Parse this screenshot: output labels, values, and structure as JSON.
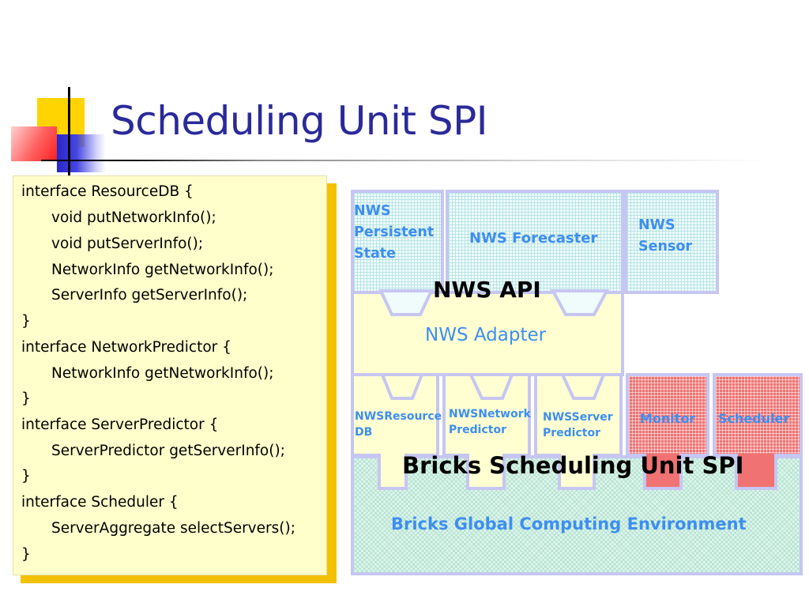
{
  "title": "Scheduling Unit SPI",
  "code_lines": [
    {
      "text": "interface ResourceDB {",
      "indent": false
    },
    {
      "text": "void putNetworkInfo();",
      "indent": true
    },
    {
      "text": "void putServerInfo();",
      "indent": true
    },
    {
      "text": "NetworkInfo getNetworkInfo();",
      "indent": true
    },
    {
      "text": "ServerInfo getServerInfo();",
      "indent": true
    },
    {
      "text": "}",
      "indent": false
    },
    {
      "text": "interface NetworkPredictor {",
      "indent": false
    },
    {
      "text": "NetworkInfo getNetworkInfo();",
      "indent": true
    },
    {
      "text": "}",
      "indent": false
    },
    {
      "text": "interface ServerPredictor {",
      "indent": false
    },
    {
      "text": "ServerPredictor getServerInfo();",
      "indent": true
    },
    {
      "text": "}",
      "indent": false
    },
    {
      "text": "interface Scheduler {",
      "indent": false
    },
    {
      "text": "ServerAggregate selectServers();",
      "indent": true
    },
    {
      "text": "}",
      "indent": false
    }
  ],
  "diagram": {
    "nws_persistent_state": [
      "NWS",
      "Persistent",
      "State"
    ],
    "nws_forecaster": "NWS Forecaster",
    "nws_sensor": [
      "NWS",
      "Sensor"
    ],
    "nws_api": "NWS API",
    "nws_adapter": "NWS Adapter",
    "nws_resource_db": [
      "NWSResource",
      "DB"
    ],
    "nws_network_predictor": [
      "NWSNetwork",
      "Predictor"
    ],
    "nws_server_predictor": [
      "NWSServer",
      "Predictor"
    ],
    "monitor": "Monitor",
    "scheduler": "Scheduler",
    "spi_title": "Bricks Scheduling Unit SPI",
    "environment": "Bricks Global Computing Environment"
  },
  "colors": {
    "title": "#2a2a9a",
    "label_blue": "#3d8ef0",
    "code_panel_bg": "#ffffcc",
    "code_panel_shadow": "#f2c200",
    "border_lavender": "#c6c6f2",
    "adapter_bg": "#ffffd2",
    "red_block": "#f07272"
  }
}
